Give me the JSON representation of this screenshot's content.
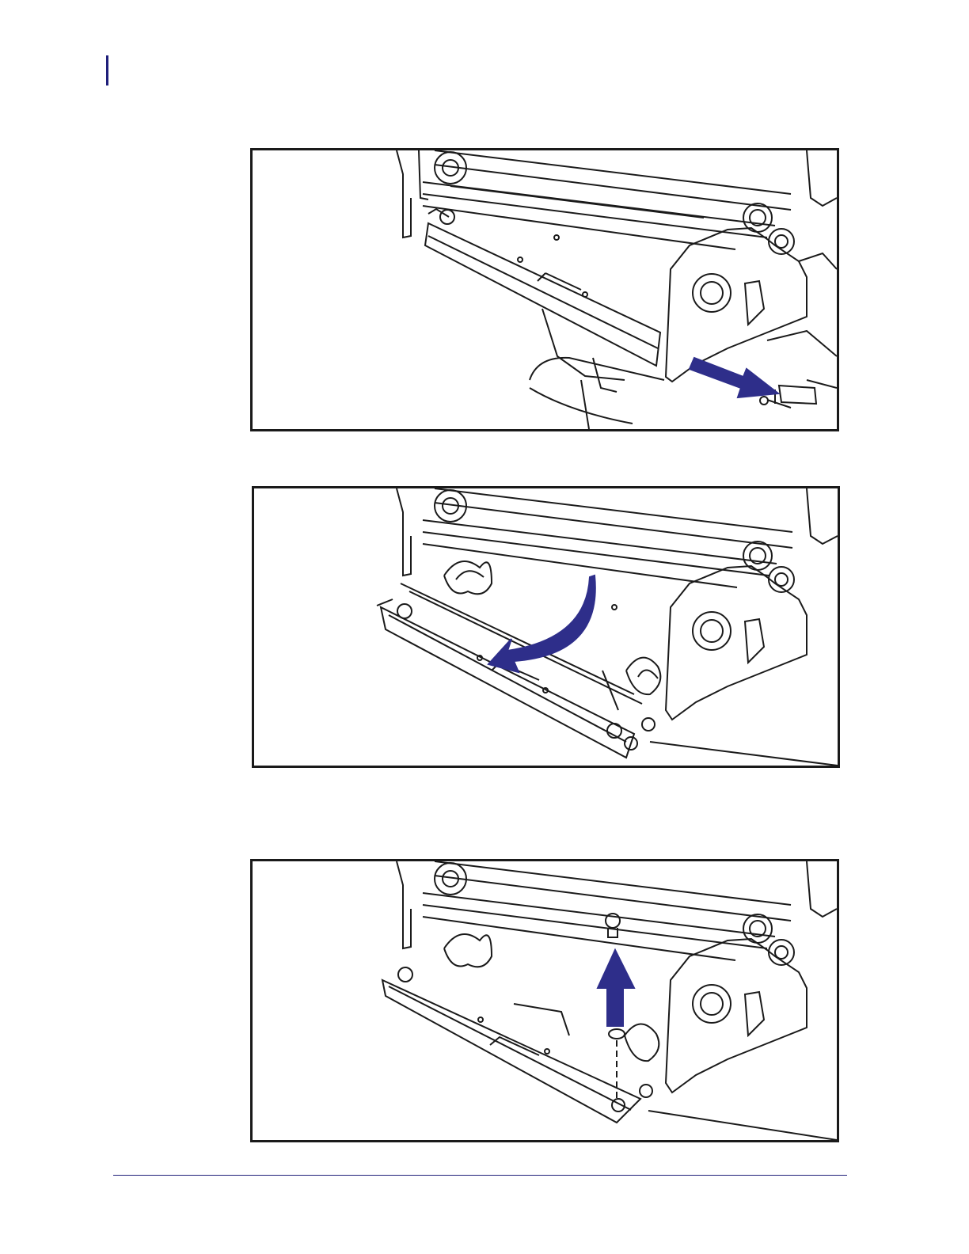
{
  "page": {
    "accent_color": "#1f1f7a",
    "arrow_color": "#2e2e8a",
    "figures": [
      {
        "id": "remove-pin",
        "description_icon": "outward-arrow-pin-removal"
      },
      {
        "id": "rotate-printhead",
        "description_icon": "curved-rotation-arrow"
      },
      {
        "id": "remove-screw",
        "description_icon": "upward-arrow-screw-removal"
      }
    ]
  }
}
